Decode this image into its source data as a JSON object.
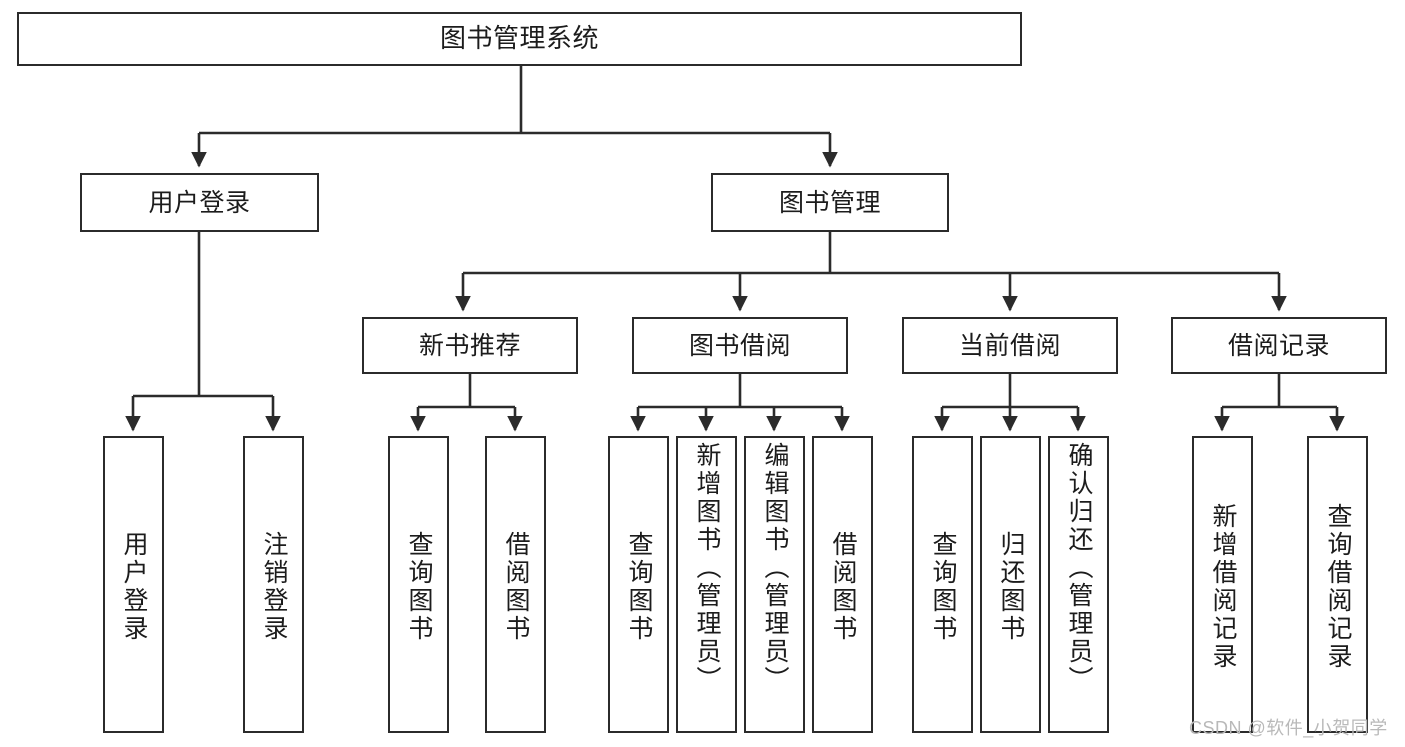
{
  "diagram": {
    "title": "图书管理系统",
    "type": "tree",
    "stroke_color": "#2b2b2b",
    "background_color": "#ffffff",
    "text_color": "#1c1c1c",
    "watermark": "CSDN @软件_小贺同学",
    "watermark_color": "#b9b9b9"
  },
  "nodes": {
    "root": {
      "label": "图书管理系统"
    },
    "level2": [
      {
        "id": "user-login",
        "label": "用户登录"
      },
      {
        "id": "book-management",
        "label": "图书管理"
      }
    ],
    "level3": [
      {
        "id": "new-book-recommend",
        "label": "新书推荐"
      },
      {
        "id": "book-borrow",
        "label": "图书借阅"
      },
      {
        "id": "current-borrow",
        "label": "当前借阅"
      },
      {
        "id": "borrow-record",
        "label": "借阅记录"
      }
    ],
    "leaves": {
      "user_login": [
        {
          "id": "leaf-user-login",
          "label": "用户登录"
        },
        {
          "id": "leaf-logout",
          "label": "注销登录"
        }
      ],
      "new_book_recommend": [
        {
          "id": "leaf-query-book-1",
          "label": "查询图书"
        },
        {
          "id": "leaf-borrow-book-1",
          "label": "借阅图书"
        }
      ],
      "book_borrow": [
        {
          "id": "leaf-query-book-2",
          "label": "查询图书"
        },
        {
          "id": "leaf-add-book",
          "label": "新增图书（管理员）"
        },
        {
          "id": "leaf-edit-book",
          "label": "编辑图书（管理员）"
        },
        {
          "id": "leaf-borrow-book-2",
          "label": "借阅图书"
        }
      ],
      "current_borrow": [
        {
          "id": "leaf-query-book-3",
          "label": "查询图书"
        },
        {
          "id": "leaf-return-book",
          "label": "归还图书"
        },
        {
          "id": "leaf-confirm-return",
          "label": "确认归还（管理员）"
        }
      ],
      "borrow_record": [
        {
          "id": "leaf-add-record",
          "label": "新增借阅记录"
        },
        {
          "id": "leaf-query-record",
          "label": "查询借阅记录"
        }
      ]
    }
  }
}
